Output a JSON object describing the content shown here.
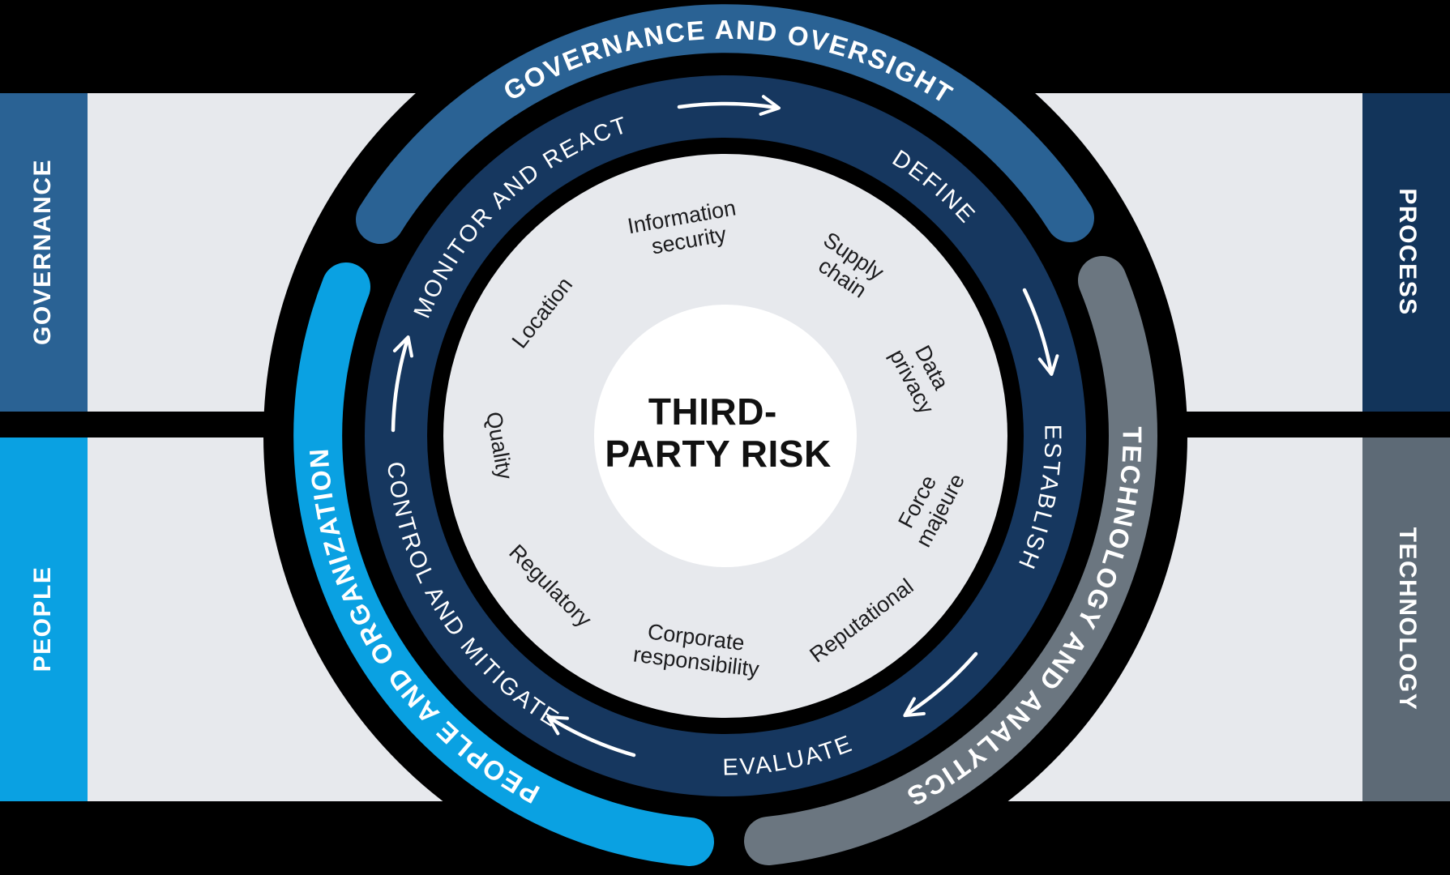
{
  "title": {
    "line1": "THIRD-",
    "line2": "PARTY RISK"
  },
  "quadrant_tabs": {
    "top_left": "GOVERNANCE",
    "top_right": "PROCESS",
    "bottom_left": "PEOPLE",
    "bottom_right": "TECHNOLOGY"
  },
  "outer_arcs": {
    "governance": "GOVERNANCE AND OVERSIGHT",
    "technology": "TECHNOLOGY AND ANALYTICS",
    "people": "PEOPLE AND ORGANIZATION"
  },
  "process_ring": {
    "monitor": "MONITOR AND REACT",
    "define": "DEFINE",
    "establish": "ESTABLISH",
    "evaluate": "EVALUATE",
    "control": "CONTROL AND MITIGATE"
  },
  "risks": {
    "location": {
      "label": "Location"
    },
    "information_security": {
      "line1": "Information",
      "line2": "security"
    },
    "supply_chain": {
      "line1": "Supply",
      "line2": "chain"
    },
    "data_privacy": {
      "line1": "Data",
      "line2": "privacy"
    },
    "force_majeure": {
      "line1": "Force",
      "line2": "majeure"
    },
    "reputational": {
      "label": "Reputational"
    },
    "corporate_responsibility": {
      "line1": "Corporate",
      "line2": "responsibility"
    },
    "regulatory": {
      "label": "Regulatory"
    },
    "quality": {
      "label": "Quality"
    }
  },
  "colors": {
    "background": "#000000",
    "band": "#e7e9ed",
    "governance_blue": "#2a6294",
    "process_navy": "#12345a",
    "people_blue": "#0aa1e2",
    "technology_slate": "#5d6a76",
    "ring_navy": "#16375f",
    "tech_arc_gray": "#6b7680",
    "center_circle": "#ffffff",
    "arrow": "#ffffff"
  }
}
